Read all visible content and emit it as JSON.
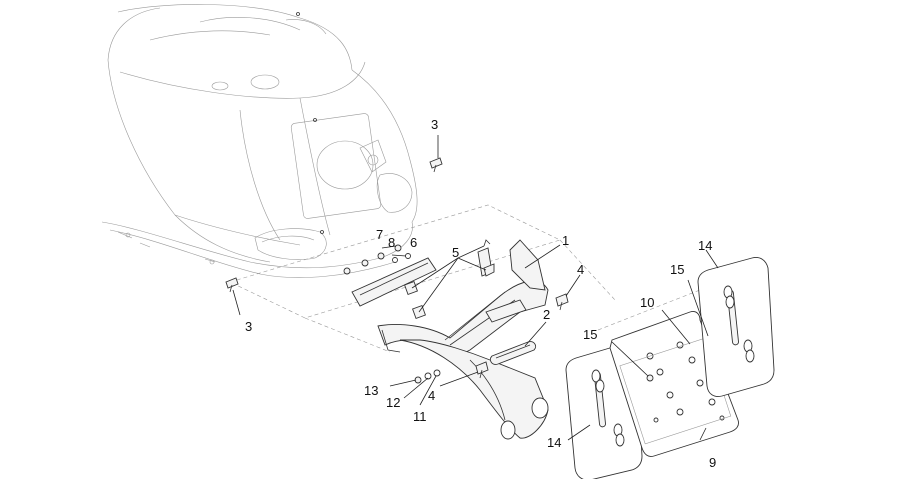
{
  "diagram": {
    "callouts": [
      {
        "id": "c1",
        "label": "1"
      },
      {
        "id": "c2",
        "label": "2"
      },
      {
        "id": "c3a",
        "label": "3"
      },
      {
        "id": "c3b",
        "label": "3"
      },
      {
        "id": "c4a",
        "label": "4"
      },
      {
        "id": "c4b",
        "label": "4"
      },
      {
        "id": "c5",
        "label": "5"
      },
      {
        "id": "c6",
        "label": "6"
      },
      {
        "id": "c7",
        "label": "7"
      },
      {
        "id": "c8",
        "label": "8"
      },
      {
        "id": "c9",
        "label": "9"
      },
      {
        "id": "c10",
        "label": "10"
      },
      {
        "id": "c11",
        "label": "11"
      },
      {
        "id": "c12",
        "label": "12"
      },
      {
        "id": "c13",
        "label": "13"
      },
      {
        "id": "c14a",
        "label": "14"
      },
      {
        "id": "c14b",
        "label": "14"
      },
      {
        "id": "c15a",
        "label": "15"
      },
      {
        "id": "c15b",
        "label": "15"
      }
    ]
  }
}
